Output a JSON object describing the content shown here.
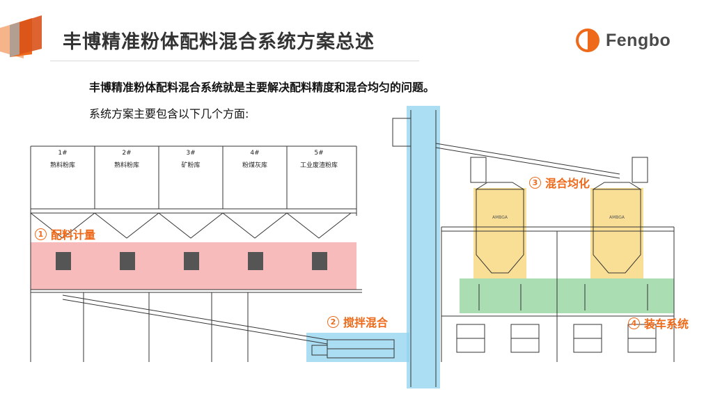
{
  "slide": {
    "title": "丰博精准粉体配料混合系统方案总述",
    "brand_name": "Fengbo",
    "intro_line1": "丰博精准粉体配料混合系统就是主要解决配料精度和混合均匀的问题。",
    "intro_line2": "系统方案主要包含以下几个方面:"
  },
  "silos": [
    {
      "number": "1#",
      "name": "熟料粉库"
    },
    {
      "number": "2#",
      "name": "熟料粉库"
    },
    {
      "number": "3#",
      "name": "矿粉库"
    },
    {
      "number": "4#",
      "name": "粉煤灰库"
    },
    {
      "number": "5#",
      "name": "工业废渣粉库"
    }
  ],
  "callouts": [
    {
      "num": "①",
      "label": "配料计量"
    },
    {
      "num": "②",
      "label": "搅拌混合"
    },
    {
      "num": "③",
      "label": "混合均化"
    },
    {
      "num": "④",
      "label": "装车系统"
    }
  ],
  "tank_label": "AMBGA",
  "colors": {
    "accent_orange": "#ee6a1a",
    "zone_red": "#f4a4a4",
    "zone_blue": "#8fd3ee",
    "zone_yellow": "#f7d77a",
    "zone_green": "#8fd19a",
    "line_drawing": "#333333"
  },
  "icons": [
    "logo-mark-icon",
    "corner-decoration-icon"
  ]
}
